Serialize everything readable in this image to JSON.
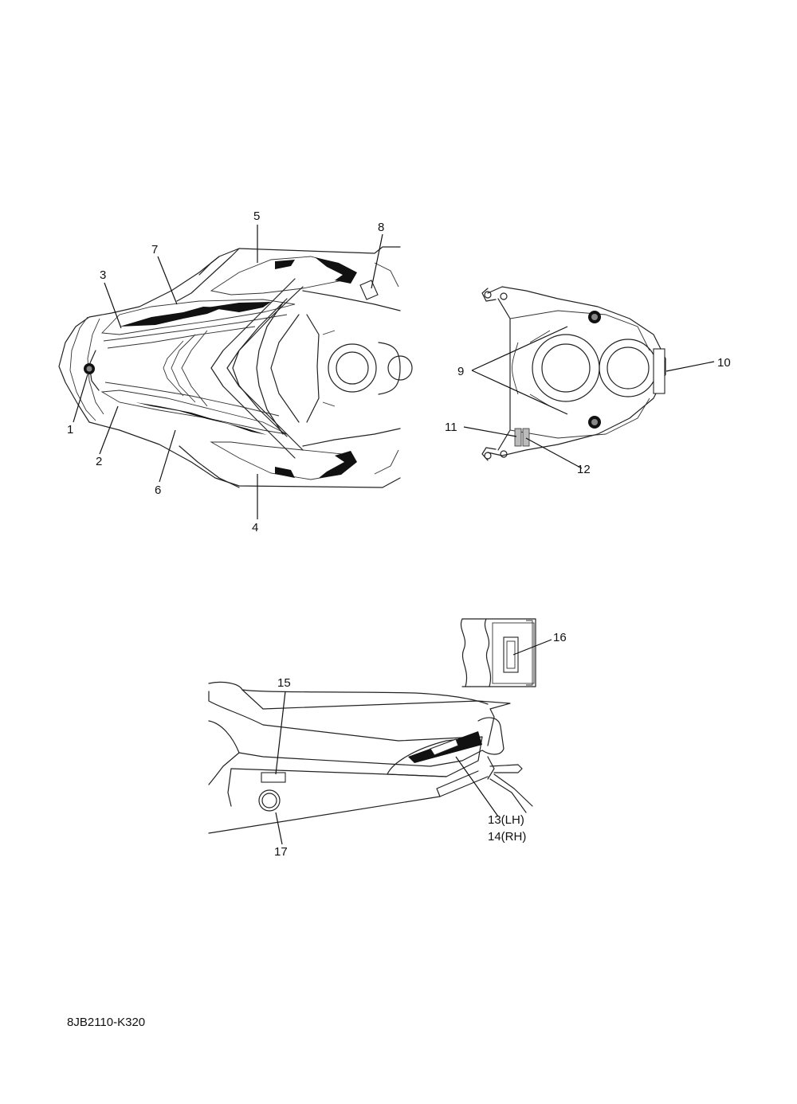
{
  "drawing_code": "8JB2110-K320",
  "callouts": {
    "c1": "1",
    "c2": "2",
    "c3": "3",
    "c4": "4",
    "c5": "5",
    "c6": "6",
    "c7": "7",
    "c8": "8",
    "c9": "9",
    "c10": "10",
    "c11": "11",
    "c12": "12",
    "c13": "13(LH)",
    "c14": "14(RH)",
    "c15": "15",
    "c16": "16",
    "c17": "17"
  }
}
